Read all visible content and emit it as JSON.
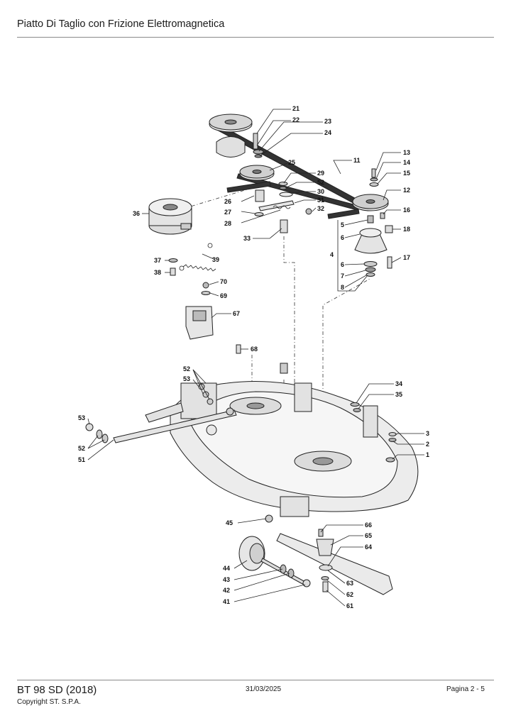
{
  "header": {
    "title": "Piatto Di Taglio con Frizione Elettromagnetica"
  },
  "footer": {
    "model": "BT 98 SD (2018)",
    "copyright": "Copyright ST. S.P.A.",
    "date": "31/03/2025",
    "page": "Pagina 2 - 5"
  },
  "callouts": {
    "c21": "21",
    "c22": "22",
    "c23": "23",
    "c24": "24",
    "c11": "11",
    "c25": "25",
    "c13": "13",
    "c14": "14",
    "c15": "15",
    "c12": "12",
    "c29": "29",
    "c52a": "52",
    "c30": "30",
    "c31": "31",
    "c32": "32",
    "c26": "26",
    "c27": "27",
    "c28": "28",
    "c16": "16",
    "c5": "5",
    "c18": "18",
    "c6a": "6",
    "c4": "4",
    "c17": "17",
    "c6b": "6",
    "c7": "7",
    "c8": "8",
    "c36": "36",
    "c33": "33",
    "c39": "39",
    "c37": "37",
    "c38": "38",
    "c70": "70",
    "c69": "69",
    "c67": "67",
    "c68": "68",
    "c52b": "52",
    "c53a": "53",
    "c34": "34",
    "c35": "35",
    "c53b": "53",
    "c52c": "52",
    "c51": "51",
    "c3": "3",
    "c2": "2",
    "c1": "1",
    "c45": "45",
    "c66": "66",
    "c65": "65",
    "c64": "64",
    "c44": "44",
    "c43": "43",
    "c42": "42",
    "c63": "63",
    "c41": "41",
    "c62": "62",
    "c61": "61"
  }
}
